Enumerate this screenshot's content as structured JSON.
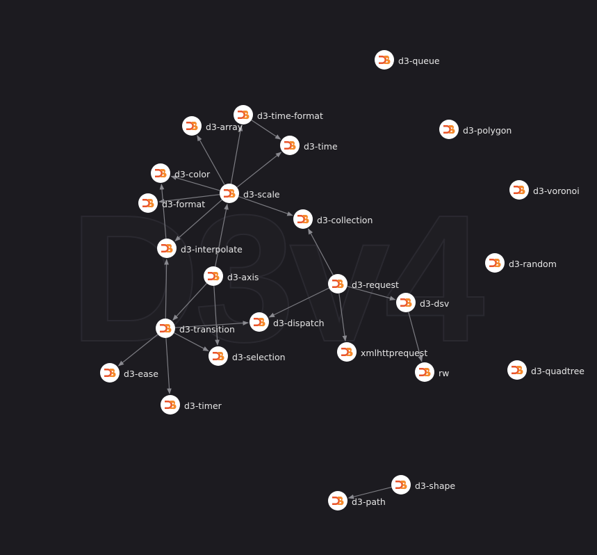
{
  "watermark": "D3v4",
  "nodes": [
    {
      "id": "d3-queue",
      "label": "d3-queue",
      "icon": "d3-logo-icon"
    },
    {
      "id": "d3-polygon",
      "label": "d3-polygon",
      "icon": "d3-logo-icon"
    },
    {
      "id": "d3-voronoi",
      "label": "d3-voronoi",
      "icon": "d3-logo-icon"
    },
    {
      "id": "d3-random",
      "label": "d3-random",
      "icon": "d3-logo-icon"
    },
    {
      "id": "d3-quadtree",
      "label": "d3-quadtree",
      "icon": "d3-logo-icon"
    },
    {
      "id": "d3-array",
      "label": "d3-array",
      "icon": "d3-logo-icon"
    },
    {
      "id": "d3-time-format",
      "label": "d3-time-format",
      "icon": "d3-logo-icon"
    },
    {
      "id": "d3-time",
      "label": "d3-time",
      "icon": "d3-logo-icon"
    },
    {
      "id": "d3-color",
      "label": "d3-color",
      "icon": "d3-logo-icon"
    },
    {
      "id": "d3-scale",
      "label": "d3-scale",
      "icon": "d3-logo-icon"
    },
    {
      "id": "d3-format",
      "label": "d3-format",
      "icon": "d3-logo-icon"
    },
    {
      "id": "d3-collection",
      "label": "d3-collection",
      "icon": "d3-logo-icon"
    },
    {
      "id": "d3-interpolate",
      "label": "d3-interpolate",
      "icon": "d3-logo-icon"
    },
    {
      "id": "d3-axis",
      "label": "d3-axis",
      "icon": "d3-logo-icon"
    },
    {
      "id": "d3-request",
      "label": "d3-request",
      "icon": "d3-logo-icon"
    },
    {
      "id": "d3-dsv",
      "label": "d3-dsv",
      "icon": "d3-logo-icon"
    },
    {
      "id": "d3-dispatch",
      "label": "d3-dispatch",
      "icon": "d3-logo-icon"
    },
    {
      "id": "d3-transition",
      "label": "d3-transition",
      "icon": "d3-logo-icon"
    },
    {
      "id": "xmlhttprequest",
      "label": "xmlhttprequest",
      "icon": "d3-logo-icon"
    },
    {
      "id": "d3-selection",
      "label": "d3-selection",
      "icon": "d3-logo-icon"
    },
    {
      "id": "rw",
      "label": "rw",
      "icon": "d3-logo-icon"
    },
    {
      "id": "d3-ease",
      "label": "d3-ease",
      "icon": "d3-logo-icon"
    },
    {
      "id": "d3-timer",
      "label": "d3-timer",
      "icon": "d3-logo-icon"
    },
    {
      "id": "d3-shape",
      "label": "d3-shape",
      "icon": "d3-logo-icon"
    },
    {
      "id": "d3-path",
      "label": "d3-path",
      "icon": "d3-logo-icon"
    }
  ],
  "edges": [
    {
      "from": "d3-scale",
      "to": "d3-array"
    },
    {
      "from": "d3-scale",
      "to": "d3-time-format"
    },
    {
      "from": "d3-scale",
      "to": "d3-time"
    },
    {
      "from": "d3-time-format",
      "to": "d3-time"
    },
    {
      "from": "d3-scale",
      "to": "d3-color"
    },
    {
      "from": "d3-scale",
      "to": "d3-format"
    },
    {
      "from": "d3-scale",
      "to": "d3-collection"
    },
    {
      "from": "d3-scale",
      "to": "d3-interpolate"
    },
    {
      "from": "d3-interpolate",
      "to": "d3-color"
    },
    {
      "from": "d3-axis",
      "to": "d3-scale"
    },
    {
      "from": "d3-axis",
      "to": "d3-transition"
    },
    {
      "from": "d3-axis",
      "to": "d3-selection"
    },
    {
      "from": "d3-transition",
      "to": "d3-interpolate"
    },
    {
      "from": "d3-transition",
      "to": "d3-dispatch"
    },
    {
      "from": "d3-transition",
      "to": "d3-selection"
    },
    {
      "from": "d3-transition",
      "to": "d3-ease"
    },
    {
      "from": "d3-transition",
      "to": "d3-timer"
    },
    {
      "from": "d3-request",
      "to": "d3-collection"
    },
    {
      "from": "d3-request",
      "to": "d3-dispatch"
    },
    {
      "from": "d3-request",
      "to": "d3-dsv"
    },
    {
      "from": "d3-request",
      "to": "xmlhttprequest"
    },
    {
      "from": "d3-dsv",
      "to": "rw"
    },
    {
      "from": "d3-shape",
      "to": "d3-path"
    }
  ]
}
